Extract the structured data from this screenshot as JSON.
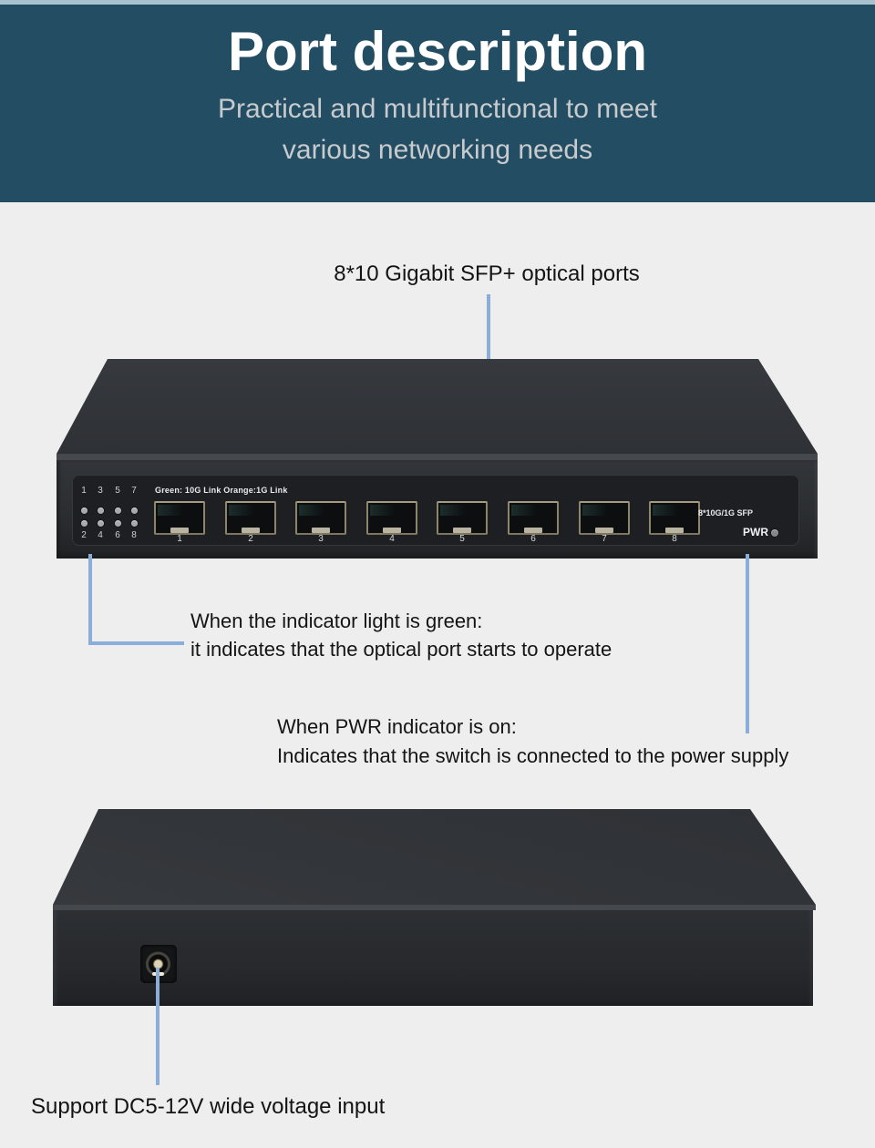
{
  "header": {
    "strip_color": "#a9c2cf",
    "background": "#224d63",
    "title": "Port description",
    "title_color": "#ffffff",
    "subtitle_line1": "Practical and multifunctional to meet",
    "subtitle_line2": "various networking needs",
    "subtitle_color": "#c8cbcd"
  },
  "annotations": {
    "line_color": "#8badda",
    "text_color": "#141414",
    "sfp_ports": "8*10 Gigabit SFP+ optical ports",
    "green_led_line1": "When the indicator light is green:",
    "green_led_line2": "it indicates that the optical port starts to operate",
    "pwr_line1": "When PWR indicator is on:",
    "pwr_line2": "Indicates that the switch is connected to the power supply",
    "dc_input": "Support DC5-12V wide voltage input"
  },
  "switch_front": {
    "body_color": "#2b2e31",
    "panel_color": "#1d1f22",
    "led_color": "#a7aaac",
    "led_legend": "Green: 10G Link  Orange:1G Link",
    "led_top_labels": [
      "1",
      "3",
      "5",
      "7"
    ],
    "led_bottom_labels": [
      "2",
      "4",
      "6",
      "8"
    ],
    "port_labels": [
      "1",
      "2",
      "3",
      "4",
      "5",
      "6",
      "7",
      "8"
    ],
    "sfp_caption": "8*10G/1G SFP",
    "pwr_label": "PWR"
  },
  "switch_rear": {
    "body_color": "#26282b"
  }
}
